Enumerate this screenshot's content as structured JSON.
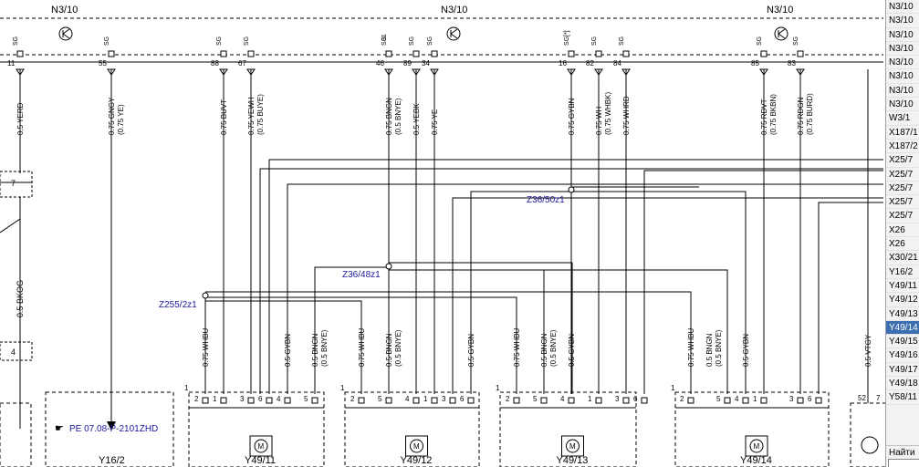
{
  "modules": {
    "left": "N3/10",
    "mid": "N3/10",
    "right": "N3/10"
  },
  "sg": "SG",
  "pins": [
    {
      "num": "11",
      "wire": "0.5 YERD"
    },
    {
      "num": "55",
      "wire": "0.75 GNGY",
      "wire2": "(0.75 YE)"
    },
    {
      "num": "88",
      "wire": "0.75 BUVT"
    },
    {
      "num": "67",
      "wire": "0.75 YEWH",
      "wire2": "(0.75 BUYE)"
    },
    {
      "num": "46",
      "wire": "0.75 BNGN",
      "wire2": "(0.5 BNYE)",
      "pinlabel": "31"
    },
    {
      "num": "89",
      "wire": "0.5 YEBK"
    },
    {
      "num": "34",
      "wire": "0.75 YE"
    },
    {
      "num": "16",
      "wire": "0.75 GYBN",
      "pinlabel": "[*]"
    },
    {
      "num": "82",
      "wire": "0.75 WH",
      "wire2": "(0.75 WHBK)"
    },
    {
      "num": "84",
      "wire": "0.75 WHRD"
    },
    {
      "num": "85",
      "wire": "0.75 RDVT",
      "wire2": "(0.75 BKBN)"
    },
    {
      "num": "83",
      "wire": "0.75 RDGN",
      "wire2": "(0.75 BURD)"
    }
  ],
  "left_side": {
    "pin_7": "7",
    "pin_4": "4",
    "wire_bkog": "0.5 BKOG"
  },
  "junctions": {
    "j1": "Z36/50z1",
    "j2": "Z36/48z1",
    "j3": "Z255/2z1"
  },
  "bottom_wires": {
    "whbu": "0.75 WHBU",
    "gybn": "0.5 GYBN",
    "bngn": "0.5 BNGN",
    "bnye": "(0.5 BNYE)",
    "vtgy": "0.5 VTGY"
  },
  "components": [
    {
      "id": "Y16/2",
      "ref": "PE 07.08-P-2101ZHD"
    },
    {
      "id": "Y49/11",
      "pins": [
        "2",
        "1",
        "3",
        "6",
        "4",
        "5"
      ]
    },
    {
      "id": "Y49/12",
      "pins": [
        "2",
        "5",
        "4",
        "1",
        "3",
        "6",
        "4"
      ]
    },
    {
      "id": "Y49/13",
      "pins": [
        "2",
        "5",
        "4",
        "1",
        "3",
        "6"
      ]
    },
    {
      "id": "Y49/14",
      "pins": [
        "2",
        "5",
        "4",
        "1",
        "3",
        "6"
      ]
    }
  ],
  "misc_labels": {
    "one": "1",
    "p52": "52",
    "p7": "7"
  },
  "sidebar": {
    "items": [
      "N3/10",
      "N3/10",
      "N3/10",
      "N3/10",
      "N3/10",
      "N3/10",
      "N3/10",
      "N3/10",
      "W3/1",
      "X187/1",
      "X187/2",
      "X25/7",
      "X25/7",
      "X25/7",
      "X25/7",
      "X25/7",
      "X26",
      "X26",
      "X30/21",
      "Y16/2",
      "Y49/11",
      "Y49/12",
      "Y49/13",
      "Y49/14",
      "Y49/15",
      "Y49/16",
      "Y49/17",
      "Y49/18",
      "Y58/11"
    ],
    "selected_index": 23,
    "find_label": "Найти"
  }
}
